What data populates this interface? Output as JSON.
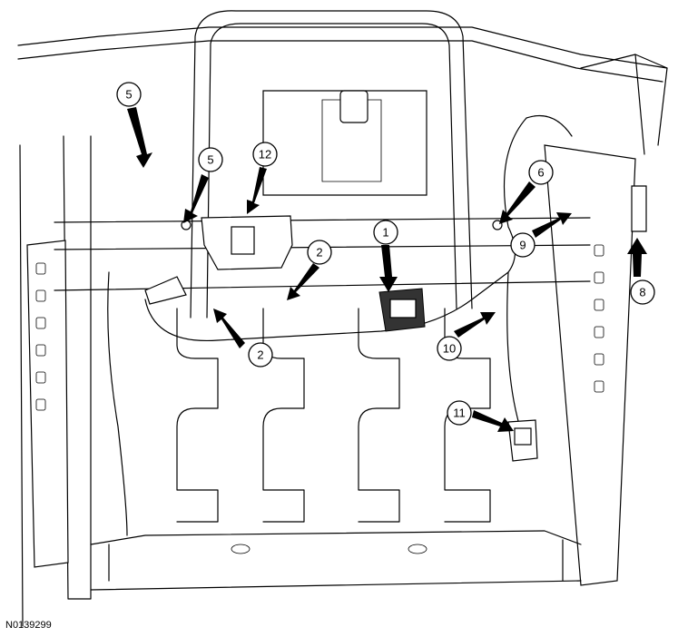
{
  "figure_id": "N0139299",
  "callouts": [
    {
      "label": "5"
    },
    {
      "label": "5"
    },
    {
      "label": "12"
    },
    {
      "label": "2"
    },
    {
      "label": "2"
    },
    {
      "label": "1"
    },
    {
      "label": "6"
    },
    {
      "label": "9"
    },
    {
      "label": "8"
    },
    {
      "label": "10"
    },
    {
      "label": "11"
    }
  ]
}
